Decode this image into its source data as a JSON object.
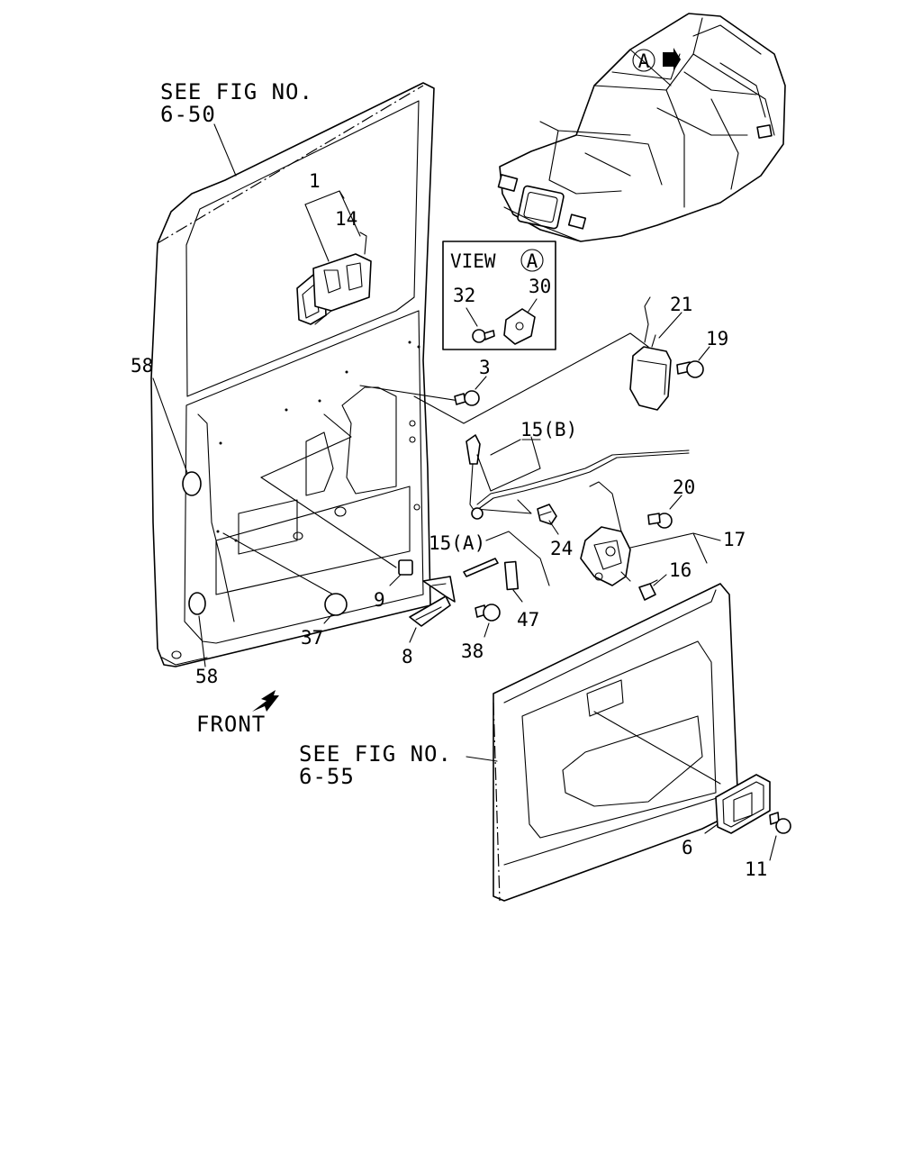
{
  "references": {
    "fig_6_50_line1": "SEE FIG NO.",
    "fig_6_50_line2": "6-50",
    "fig_6_55_line1": "SEE FIG NO.",
    "fig_6_55_line2": "6-55"
  },
  "view_a": {
    "title": "VIEW",
    "circle_letter": "A",
    "parts": [
      "32",
      "30"
    ]
  },
  "vehicle_view_marker": "A",
  "front_label": "FRONT",
  "callouts": {
    "p1": "1",
    "p14": "14",
    "p58_top": "58",
    "p58_bottom": "58",
    "p3": "3",
    "p21": "21",
    "p19": "19",
    "p15b": "15(B)",
    "p20": "20",
    "p17": "17",
    "p16": "16",
    "p24": "24",
    "p15a": "15(A)",
    "p9": "9",
    "p37": "37",
    "p8": "8",
    "p38": "38",
    "p47": "47",
    "p6": "6",
    "p11": "11"
  },
  "icons": [
    "front-arrow-icon",
    "view-arrow-icon"
  ]
}
